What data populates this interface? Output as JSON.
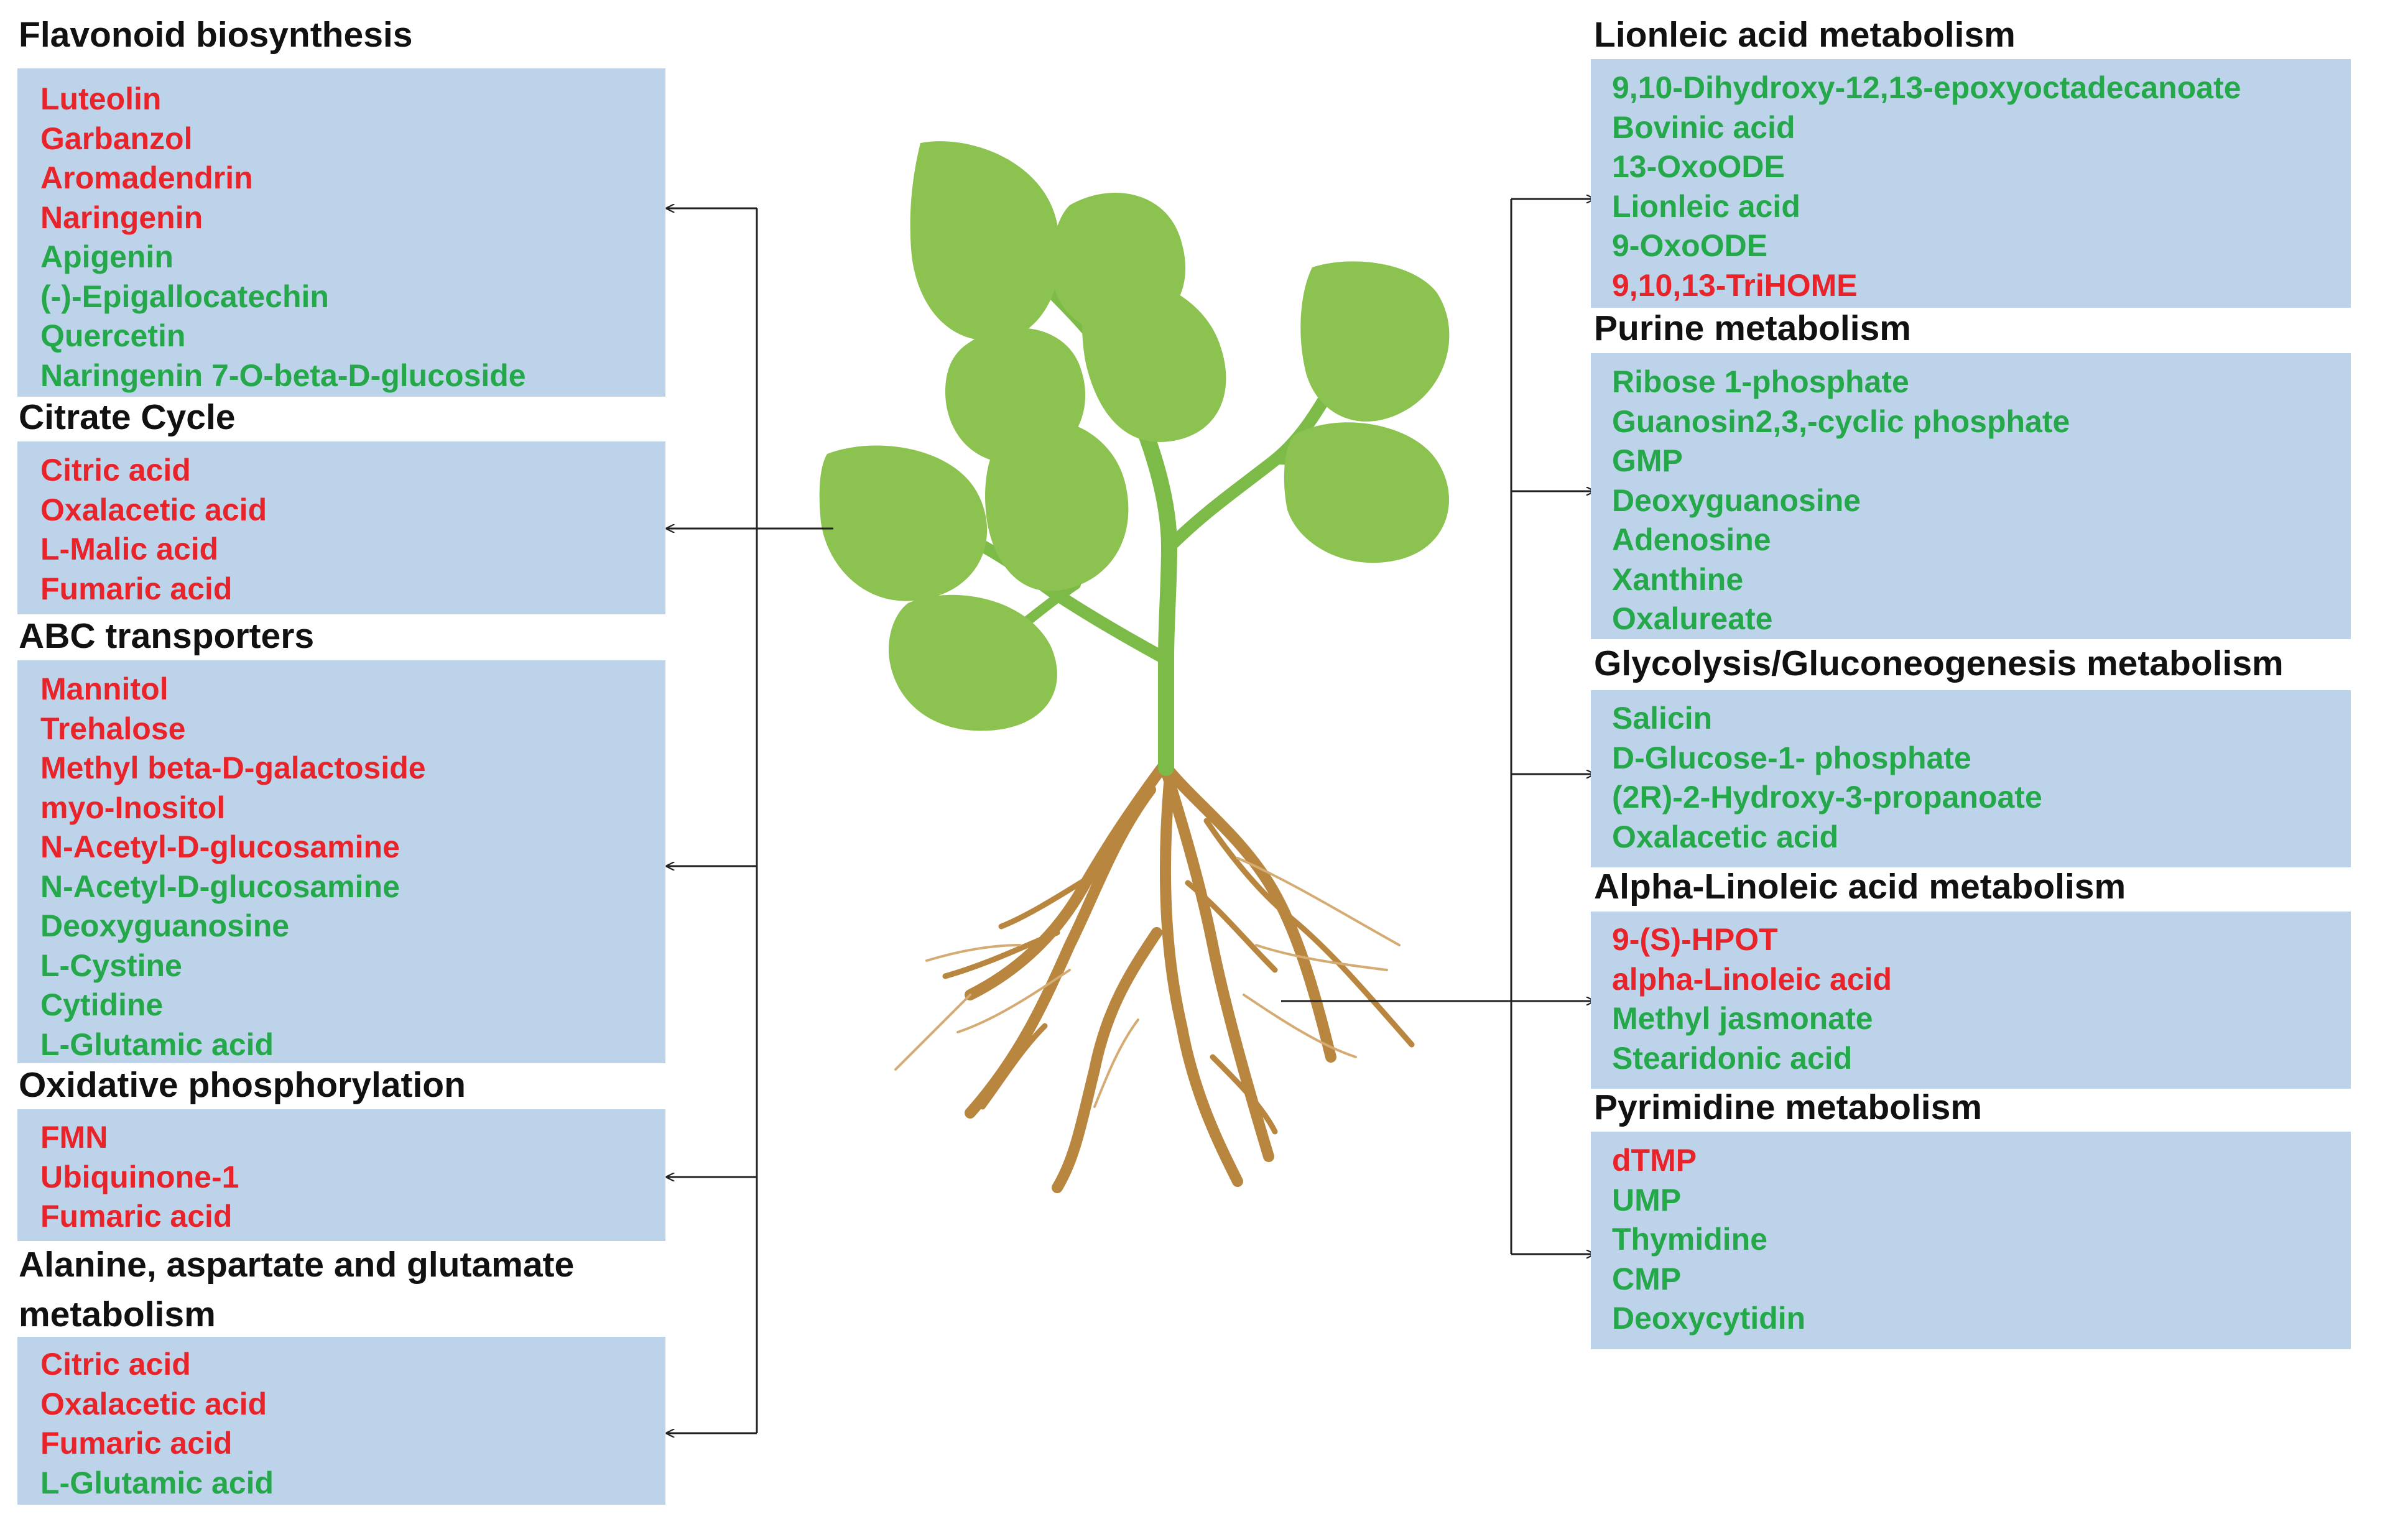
{
  "colors": {
    "panel": "#bcd3ea",
    "up_regulated": "#e8242a",
    "down_regulated": "#24a84a",
    "leaf": "#8cc250",
    "stem": "#7dbb48",
    "root": "#b8863f",
    "arrow": "#222222"
  },
  "pathways_left": [
    {
      "id": "flavonoid",
      "title": "Flavonoid  biosynthesis",
      "metabolites": [
        {
          "name": "Luteolin",
          "regulation": "up"
        },
        {
          "name": "Garbanzol",
          "regulation": "up"
        },
        {
          "name": "Aromadendrin",
          "regulation": "up"
        },
        {
          "name": "Naringenin",
          "regulation": "up"
        },
        {
          "name": "Apigenin",
          "regulation": "down"
        },
        {
          "name": "(-)-Epigallocatechin",
          "regulation": "down"
        },
        {
          "name": "Quercetin",
          "regulation": "down"
        },
        {
          "name": "Naringenin 7-O-beta-D-glucoside",
          "regulation": "down"
        }
      ]
    },
    {
      "id": "citrate",
      "title": "Citrate  Cycle",
      "metabolites": [
        {
          "name": "Citric acid",
          "regulation": "up"
        },
        {
          "name": "Oxalacetic acid",
          "regulation": "up"
        },
        {
          "name": "L-Malic acid",
          "regulation": "up"
        },
        {
          "name": "Fumaric acid",
          "regulation": "up"
        }
      ]
    },
    {
      "id": "abc",
      "title": "ABC transporters",
      "metabolites": [
        {
          "name": "Mannitol",
          "regulation": "up"
        },
        {
          "name": "Trehalose",
          "regulation": "up"
        },
        {
          "name": "Methyl beta-D-galactoside",
          "regulation": "up"
        },
        {
          "name": "myo-Inositol",
          "regulation": "up"
        },
        {
          "name": "N-Acetyl-D-glucosamine",
          "regulation": "up"
        },
        {
          "name": "N-Acetyl-D-glucosamine",
          "regulation": "down"
        },
        {
          "name": "Deoxyguanosine",
          "regulation": "down"
        },
        {
          "name": "L-Cystine",
          "regulation": "down"
        },
        {
          "name": "Cytidine",
          "regulation": "down"
        },
        {
          "name": "L-Glutamic acid",
          "regulation": "down"
        }
      ]
    },
    {
      "id": "oxphos",
      "title": "Oxidative phosphorylation",
      "metabolites": [
        {
          "name": "FMN",
          "regulation": "up"
        },
        {
          "name": "Ubiquinone-1",
          "regulation": "up"
        },
        {
          "name": "Fumaric acid",
          "regulation": "up"
        }
      ]
    },
    {
      "id": "alanine",
      "title": "Alanine, aspartate and glutamate",
      "title_line2": "metabolism",
      "metabolites": [
        {
          "name": "Citric acid",
          "regulation": "up"
        },
        {
          "name": "Oxalacetic acid",
          "regulation": "up"
        },
        {
          "name": "Fumaric acid",
          "regulation": "up"
        },
        {
          "name": "L-Glutamic acid",
          "regulation": "down"
        }
      ]
    }
  ],
  "pathways_right": [
    {
      "id": "linoleic",
      "title": "Lionleic acid metabolism",
      "metabolites": [
        {
          "name": "9,10-Dihydroxy-12,13-epoxyoctadecanoate",
          "regulation": "down"
        },
        {
          "name": "Bovinic acid",
          "regulation": "down"
        },
        {
          "name": "13-OxoODE",
          "regulation": "down"
        },
        {
          "name": "Lionleic acid",
          "regulation": "down"
        },
        {
          "name": "9-OxoODE",
          "regulation": "down"
        },
        {
          "name": "9,10,13-TriHOME",
          "regulation": "up"
        }
      ]
    },
    {
      "id": "purine",
      "title": "Purine metabolism",
      "metabolites": [
        {
          "name": "Ribose 1-phosphate",
          "regulation": "down"
        },
        {
          "name": "Guanosin2,3,-cyclic phosphate",
          "regulation": "down"
        },
        {
          "name": "GMP",
          "regulation": "down"
        },
        {
          "name": "Deoxyguanosine",
          "regulation": "down"
        },
        {
          "name": "Adenosine",
          "regulation": "down"
        },
        {
          "name": "Xanthine",
          "regulation": "down"
        },
        {
          "name": "Oxalureate",
          "regulation": "down"
        }
      ]
    },
    {
      "id": "glycolysis",
      "title": "Glycolysis/Gluconeogenesis metabolism",
      "metabolites": [
        {
          "name": "Salicin",
          "regulation": "down"
        },
        {
          "name": "D-Glucose-1- phosphate",
          "regulation": "down"
        },
        {
          "name": "(2R)-2-Hydroxy-3-propanoate",
          "regulation": "down"
        },
        {
          "name": "Oxalacetic acid",
          "regulation": "down"
        }
      ]
    },
    {
      "id": "alpha_linoleic",
      "title": "Alpha-Linoleic acid metabolism",
      "metabolites": [
        {
          "name": "9-(S)-HPOT",
          "regulation": "up"
        },
        {
          "name": "alpha-Linoleic acid",
          "regulation": "up"
        },
        {
          "name": "Methyl jasmonate",
          "regulation": "down"
        },
        {
          "name": "Stearidonic acid",
          "regulation": "down"
        }
      ]
    },
    {
      "id": "pyrimidine",
      "title": "Pyrimidine metabolism",
      "metabolites": [
        {
          "name": "dTMP",
          "regulation": "up"
        },
        {
          "name": "UMP",
          "regulation": "down"
        },
        {
          "name": "Thymidine",
          "regulation": "down"
        },
        {
          "name": "CMP",
          "regulation": "down"
        },
        {
          "name": "Deoxycytidin",
          "regulation": "down"
        }
      ]
    }
  ]
}
